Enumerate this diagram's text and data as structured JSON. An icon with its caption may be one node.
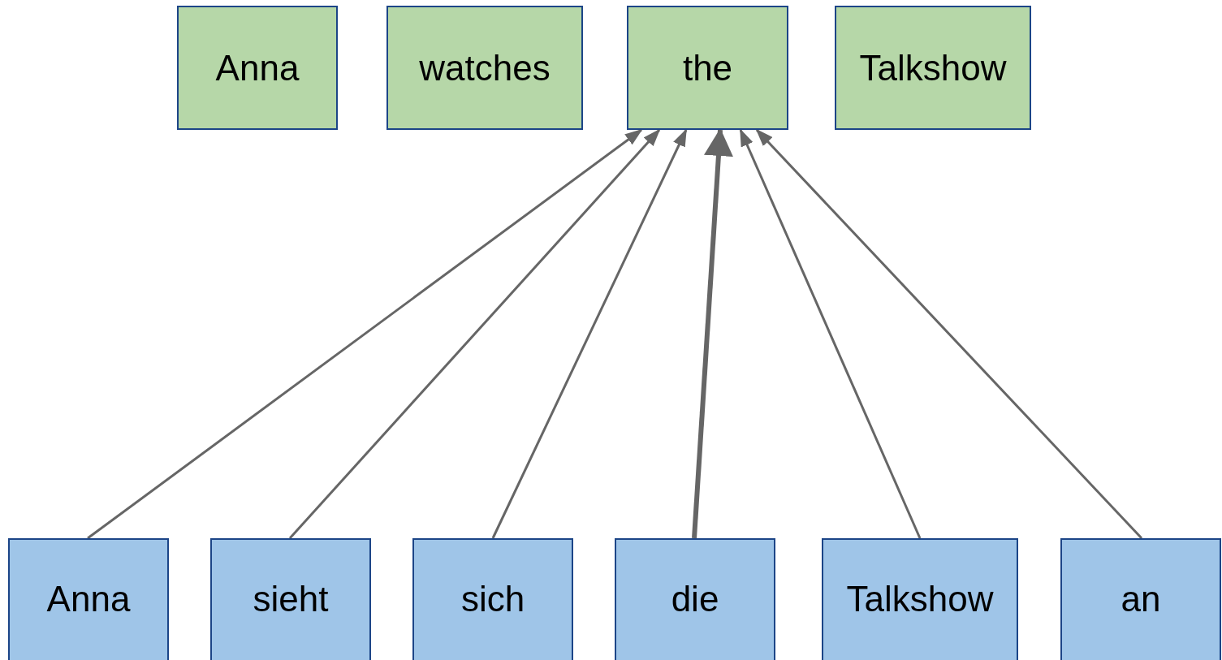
{
  "diagram": {
    "nodes": [
      {
        "text": [
          "Anna"
        ]
      },
      {
        "text": [
          "watches"
        ]
      },
      {
        "text": [
          "the"
        ]
      },
      {
        "text": [
          "Talkshow"
        ]
      },
      {
        "text": [
          "Anna"
        ]
      },
      {
        "text": [
          "sieht"
        ]
      },
      {
        "text": [
          "sich"
        ]
      },
      {
        "text": [
          "die"
        ]
      },
      {
        "text": [
          "Talkshow"
        ]
      },
      {
        "text": [
          "an"
        ]
      }
    ],
    "edges": [
      {
        "from": 4,
        "to": 2,
        "arrow": "to"
      },
      {
        "from": 5,
        "to": 2,
        "arrow": "to"
      },
      {
        "from": 6,
        "to": 2,
        "arrow": "to"
      },
      {
        "from": 7,
        "to": 2,
        "arrow": "to",
        "style": "thick"
      },
      {
        "from": 8,
        "to": 2,
        "arrow": "to"
      },
      {
        "from": 9,
        "to": 2,
        "arrow": "to"
      }
    ]
  }
}
